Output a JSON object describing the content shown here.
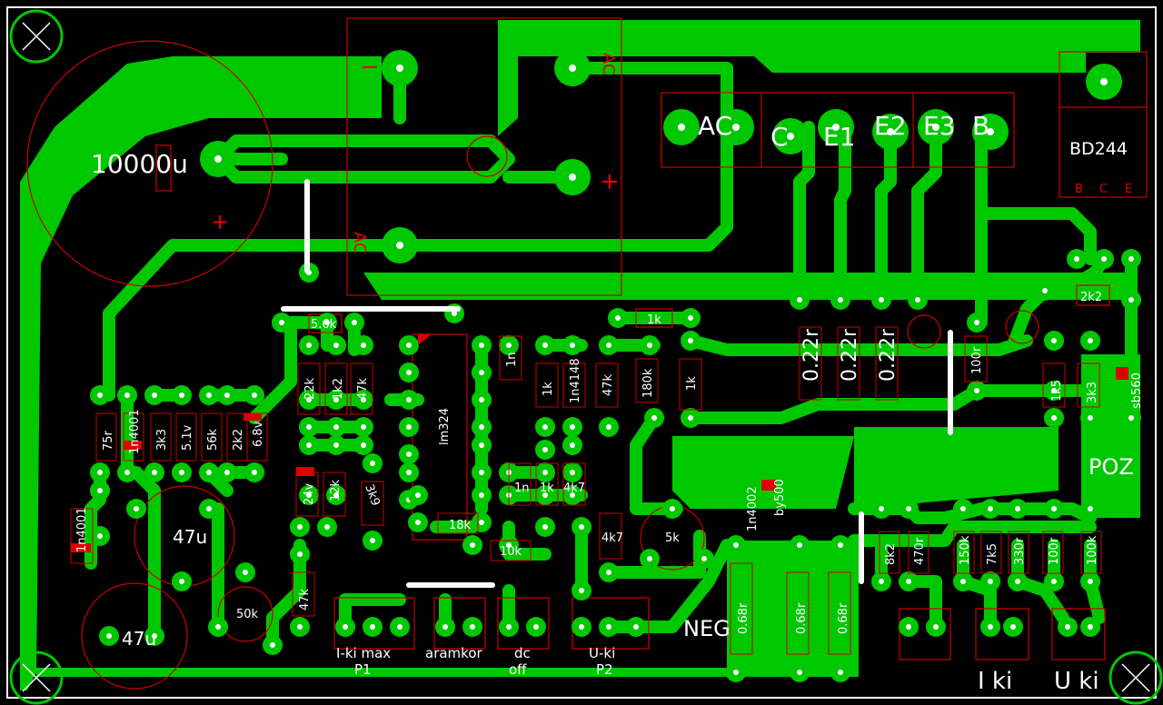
{
  "colors": {
    "background": "#000000",
    "copper": "#00c800",
    "silkscreen": "#ffffff",
    "outline": "#cc0000"
  },
  "labels": {
    "cap_main": "10000u",
    "plus": "+",
    "minus": "−",
    "ac": "AC",
    "conn_ac": "AC",
    "conn_c": "C",
    "conn_e1": "E1",
    "conn_e2": "E2",
    "conn_e3": "E3",
    "conn_b": "B",
    "transistor": "BD244",
    "pin_b": "B",
    "pin_c": "C",
    "pin_e": "E",
    "r_2k2_right": "2k2",
    "r_022_1": "0.22r",
    "r_022_2": "0.22r",
    "r_022_3": "0.22r",
    "r_100r_top": "100r",
    "r_1k5": "1k5",
    "r_3k3_right": "3k3",
    "sb560": "sb560",
    "poz": "POZ",
    "neg": "NEG",
    "r_068_1": "0.68r",
    "r_068_2": "0.68r",
    "r_068_3": "0.68r",
    "d_1n4002": "1n4002",
    "d_by500": "by500",
    "r_8k2": "8k2",
    "r_470r": "470r",
    "r_150k": "150k",
    "r_7k5": "7k5",
    "r_330r": "330r",
    "r_100r_bot": "100r",
    "r_100k": "100k",
    "i_ki": "I ki",
    "u_ki": "U ki",
    "r_5_6k": "5.6k",
    "r_1k_top": "1k",
    "r_1k_a": "1k",
    "r_1k_b": "1k",
    "r_1k_c": "1k",
    "r_22k": "22k",
    "r_1k2": "1k2",
    "r_47k_a": "47k",
    "r_47k_b": "47k",
    "r_47k_c": "47k",
    "c_1n_a": "1n",
    "c_1n_b": "1n",
    "d_1n4148": "1n4148",
    "r_180k": "180k",
    "ic": "lm324",
    "r_4k7_a": "4k7",
    "r_4k7_b": "4k7",
    "r_18k": "18k",
    "r_10k": "10k",
    "r_3k9": "3k9",
    "r_12k": "12k",
    "z_24v": "24v",
    "pot_5k": "5k",
    "pot_50k": "50k",
    "r_75r": "75r",
    "d_1n4001_a": "1n4001",
    "d_1n4001_b": "1n4001",
    "r_3k3_left": "3k3",
    "z_5_1v": "5.1v",
    "r_56k": "56k",
    "r_2k2_left": "2k2",
    "z_6_8v": "6.8v",
    "c_47u_a": "47u",
    "c_47u_b": "47u",
    "p_iki_max": "I-ki max",
    "p_p1": "P1",
    "p_aramkor": "aramkor",
    "p_dc": "dc",
    "p_off": "off",
    "p_uki": "U-ki",
    "p_p2": "P2"
  }
}
